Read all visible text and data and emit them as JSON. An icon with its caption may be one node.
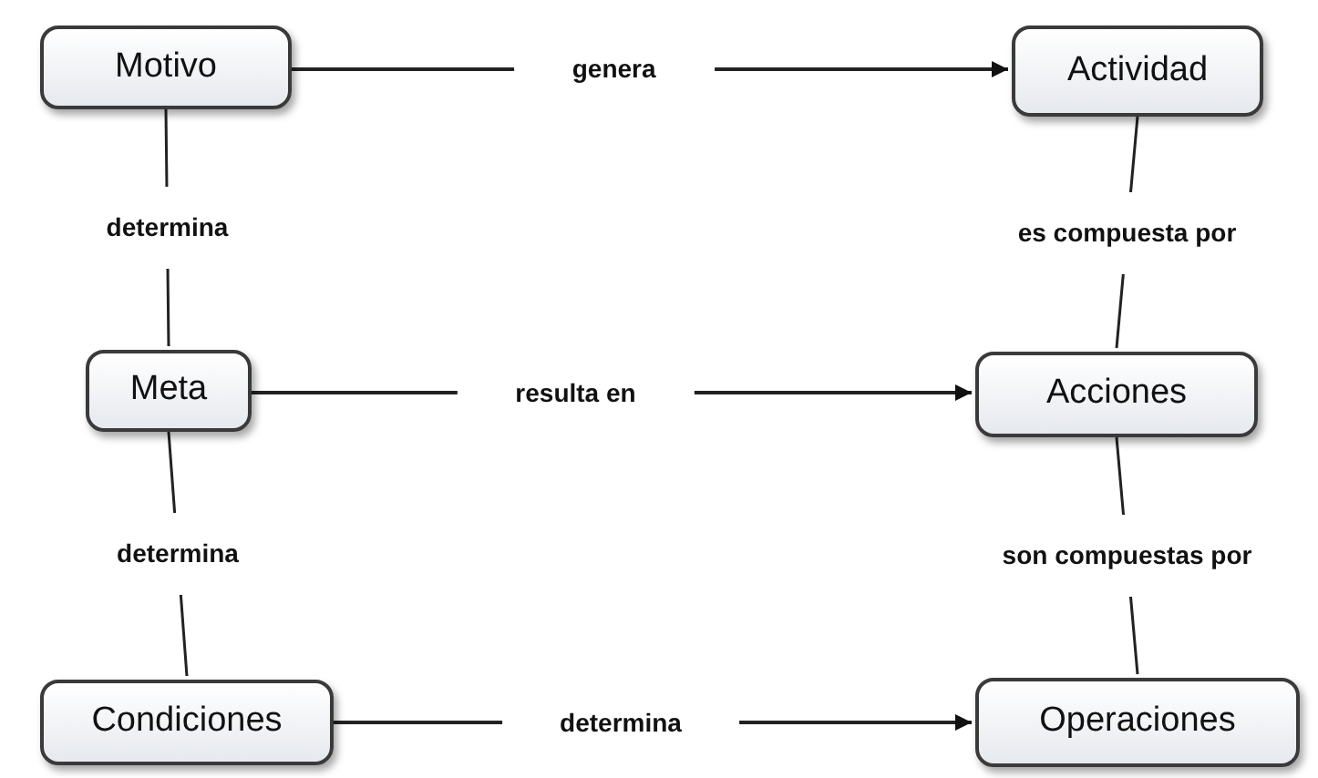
{
  "diagram": {
    "nodes": [
      {
        "text": [
          "Motivo"
        ]
      },
      {
        "text": [
          "Actividad"
        ]
      },
      {
        "text": [
          "Meta"
        ]
      },
      {
        "text": [
          "Acciones"
        ]
      },
      {
        "text": [
          "Condiciones"
        ]
      },
      {
        "text": [
          "Operaciones"
        ]
      }
    ],
    "edges": [
      {
        "from": 0,
        "to": 1,
        "arrow": "to",
        "label": "genera"
      },
      {
        "from": 0,
        "to": 2,
        "arrow": "none",
        "label": "determina"
      },
      {
        "from": 1,
        "to": 3,
        "arrow": "none",
        "label": "es compuesta por"
      },
      {
        "from": 2,
        "to": 3,
        "arrow": "to",
        "label": "resulta en"
      },
      {
        "from": 2,
        "to": 4,
        "arrow": "none",
        "label": "determina"
      },
      {
        "from": 3,
        "to": 5,
        "arrow": "none",
        "label": "son compuestas por"
      },
      {
        "from": 4,
        "to": 5,
        "arrow": "to",
        "label": "determina"
      }
    ]
  }
}
